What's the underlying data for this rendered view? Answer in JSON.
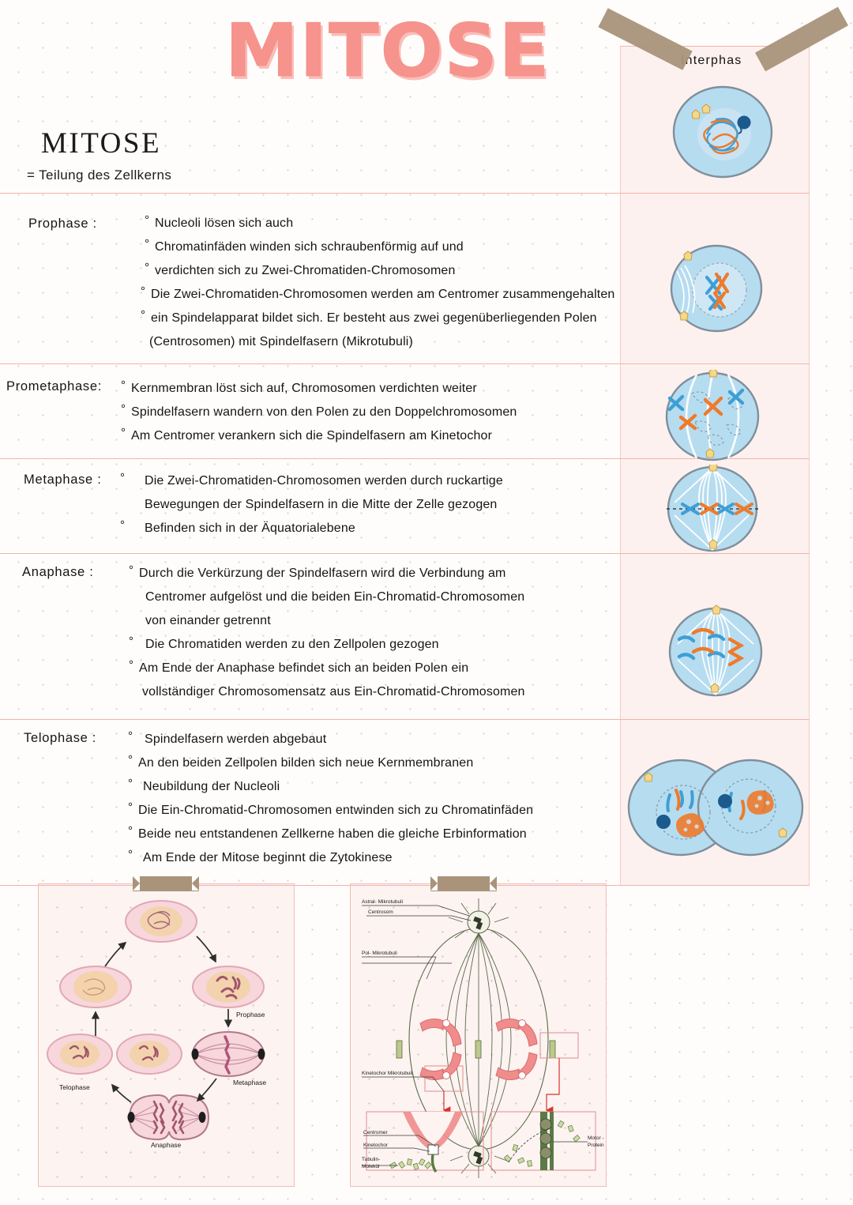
{
  "page": {
    "title_banner": "MITOSE",
    "heading": "MITOSE",
    "definition": "= Teilung des Zellkerns"
  },
  "phases": [
    {
      "name": "Prophase :",
      "lines": [
        {
          "bullet": true,
          "text": "Nucleoli lösen sich auch"
        },
        {
          "bullet": true,
          "text": "Chromatinfäden winden sich schraubenförmig auf und"
        },
        {
          "bullet": true,
          "text": "verdichten sich zu Zwei-Chromatiden-Chromosomen"
        },
        {
          "bullet": true,
          "text": "Die Zwei-Chromatiden-Chromosomen werden am Centromer zusammengehalten"
        },
        {
          "bullet": true,
          "text": "ein Spindelapparat bildet sich. Er besteht aus zwei gegenüberliegenden Polen"
        },
        {
          "bullet": false,
          "text": "(Centrosomen) mit Spindelfasern (Mikrotubuli)"
        }
      ]
    },
    {
      "name": "Prometaphase:",
      "lines": [
        {
          "bullet": true,
          "text": "Kernmembran löst sich auf, Chromosomen verdichten weiter"
        },
        {
          "bullet": true,
          "text": "Spindelfasern wandern von den Polen zu den Doppelchromosomen"
        },
        {
          "bullet": true,
          "text": "Am Centromer verankern sich die Spindelfasern am Kinetochor"
        }
      ]
    },
    {
      "name": "Metaphase :",
      "lines": [
        {
          "bullet": true,
          "text": "Die Zwei-Chromatiden-Chromosomen werden durch ruckartige"
        },
        {
          "bullet": false,
          "text": "Bewegungen der Spindelfasern in die Mitte der Zelle gezogen"
        },
        {
          "bullet": true,
          "text": "Befinden sich in der Äquatorialebene"
        }
      ]
    },
    {
      "name": "Anaphase :",
      "lines": [
        {
          "bullet": true,
          "text": "Durch die Verkürzung der Spindelfasern wird die Verbindung am"
        },
        {
          "bullet": false,
          "text": "Centromer aufgelöst und die beiden Ein-Chromatid-Chromosomen"
        },
        {
          "bullet": false,
          "text": "von einander getrennt"
        },
        {
          "bullet": true,
          "text": "Die Chromatiden werden zu den Zellpolen gezogen"
        },
        {
          "bullet": true,
          "text": "Am Ende der Anaphase befindet sich an beiden Polen ein"
        },
        {
          "bullet": false,
          "text": "vollständiger Chromosomensatz aus Ein-Chromatid-Chromosomen"
        }
      ]
    },
    {
      "name": "Telophase :",
      "lines": [
        {
          "bullet": true,
          "text": "Spindelfasern werden abgebaut"
        },
        {
          "bullet": true,
          "text": "An den beiden Zellpolen bilden sich neue Kernmembranen"
        },
        {
          "bullet": true,
          "text": "Neubildung der Nucleoli"
        },
        {
          "bullet": true,
          "text": "Die Ein-Chromatid-Chromosomen entwinden sich zu Chromatinfäden"
        },
        {
          "bullet": true,
          "text": "Beide neu entstandenen Zellkerne haben die gleiche Erbinformation"
        },
        {
          "bullet": true,
          "text": "Am Ende der Mitose beginnt die Zytokinese"
        }
      ]
    }
  ],
  "right_column": {
    "interphase_label": "Interphas",
    "stages": [
      "interphase",
      "prophase",
      "prometaphase",
      "metaphase",
      "anaphase",
      "telophase"
    ]
  },
  "diagram_cycle": {
    "labels": {
      "prophase": "Prophase",
      "metaphase": "Metaphase",
      "anaphase": "Anaphase",
      "telophase": "Telophase"
    }
  },
  "diagram_spindle": {
    "labels": {
      "astral": "Astral- Mikrotubuli",
      "centrosom": "Centrosom",
      "pol": "Pol- Mikrotubuli",
      "kinetochor_mt": "Kinetochor Mikrotubuli",
      "centromer": "Centromer",
      "kinetochor": "Kinetochor",
      "tubulin": "Tubulin-",
      "tubulin2": "Molekül",
      "motor": "Motor -",
      "motor2": "Protein"
    }
  },
  "colors": {
    "title_pink": "#f5938c",
    "rule_pink": "#f3b3ab",
    "panel_bg": "#fdf1ef",
    "tape_brown": "#a9937a",
    "cell_blue": "#b6dcf0",
    "chromosome_orange": "#ee7a2b",
    "chromosome_blue": "#3e9fd6",
    "diagram_pink": "#f08c8c"
  }
}
